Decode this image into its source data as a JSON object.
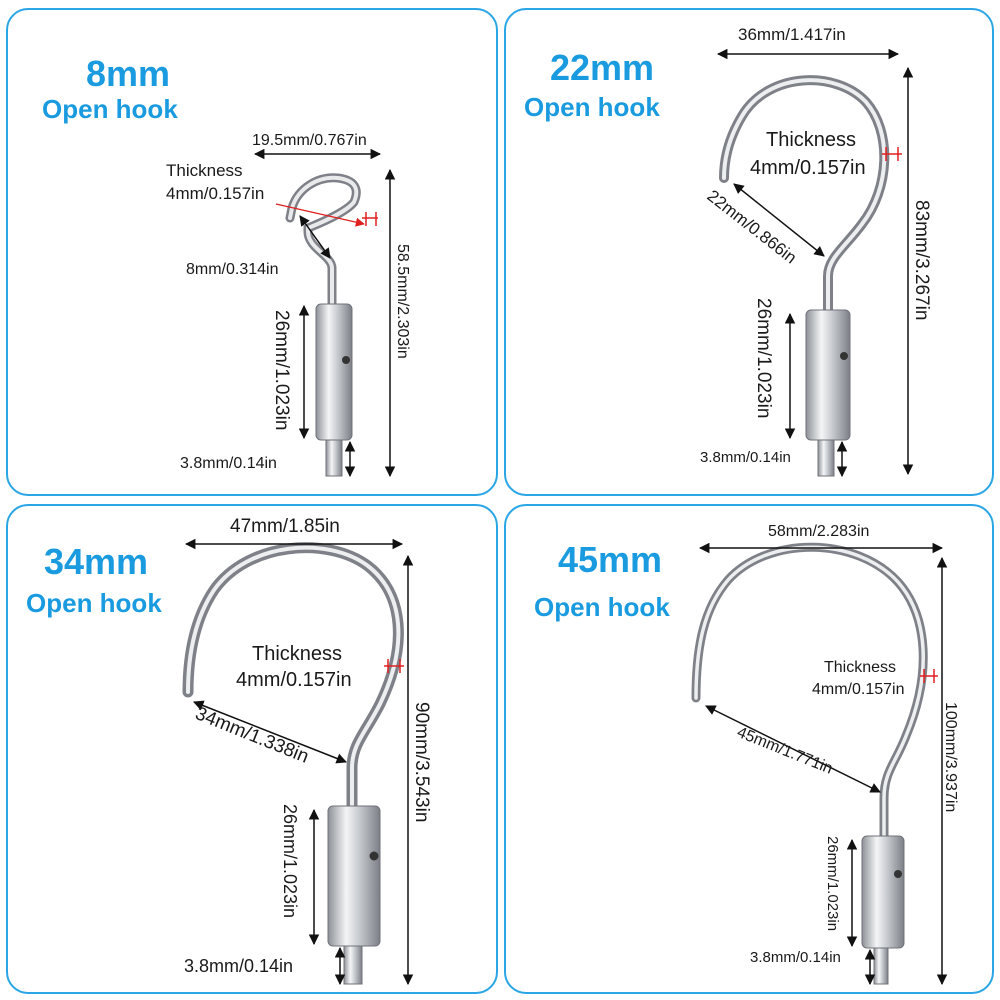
{
  "panels": [
    {
      "size": "8mm",
      "label": "Open hook",
      "width": "19.5mm/0.767in",
      "thickness_label": "Thickness",
      "thickness": "4mm/0.157in",
      "opening": "8mm/0.314in",
      "height": "58.5mm/2.303in",
      "sleeve": "26mm/1.023in",
      "pin": "3.8mm/0.14in"
    },
    {
      "size": "22mm",
      "label": "Open hook",
      "width": "36mm/1.417in",
      "thickness_label": "Thickness",
      "thickness": "4mm/0.157in",
      "opening": "22mm/0.866in",
      "height": "83mm/3.267in",
      "sleeve": "26mm/1.023in",
      "pin": "3.8mm/0.14in"
    },
    {
      "size": "34mm",
      "label": "Open hook",
      "width": "47mm/1.85in",
      "thickness_label": "Thickness",
      "thickness": "4mm/0.157in",
      "opening": "34mm/1.338in",
      "height": "90mm/3.543in",
      "sleeve": "26mm/1.023in",
      "pin": "3.8mm/0.14in"
    },
    {
      "size": "45mm",
      "label": "Open hook",
      "width": "58mm/2.283in",
      "thickness_label": "Thickness",
      "thickness": "4mm/0.157in",
      "opening": "45mm/1.771in",
      "height": "100mm/3.937in",
      "sleeve": "26mm/1.023in",
      "pin": "3.8mm/0.14in"
    }
  ],
  "colors": {
    "accent": "#1a9be0",
    "border": "#2aa6e6",
    "marker": "#e02020",
    "metal": "#b8bcc2"
  }
}
